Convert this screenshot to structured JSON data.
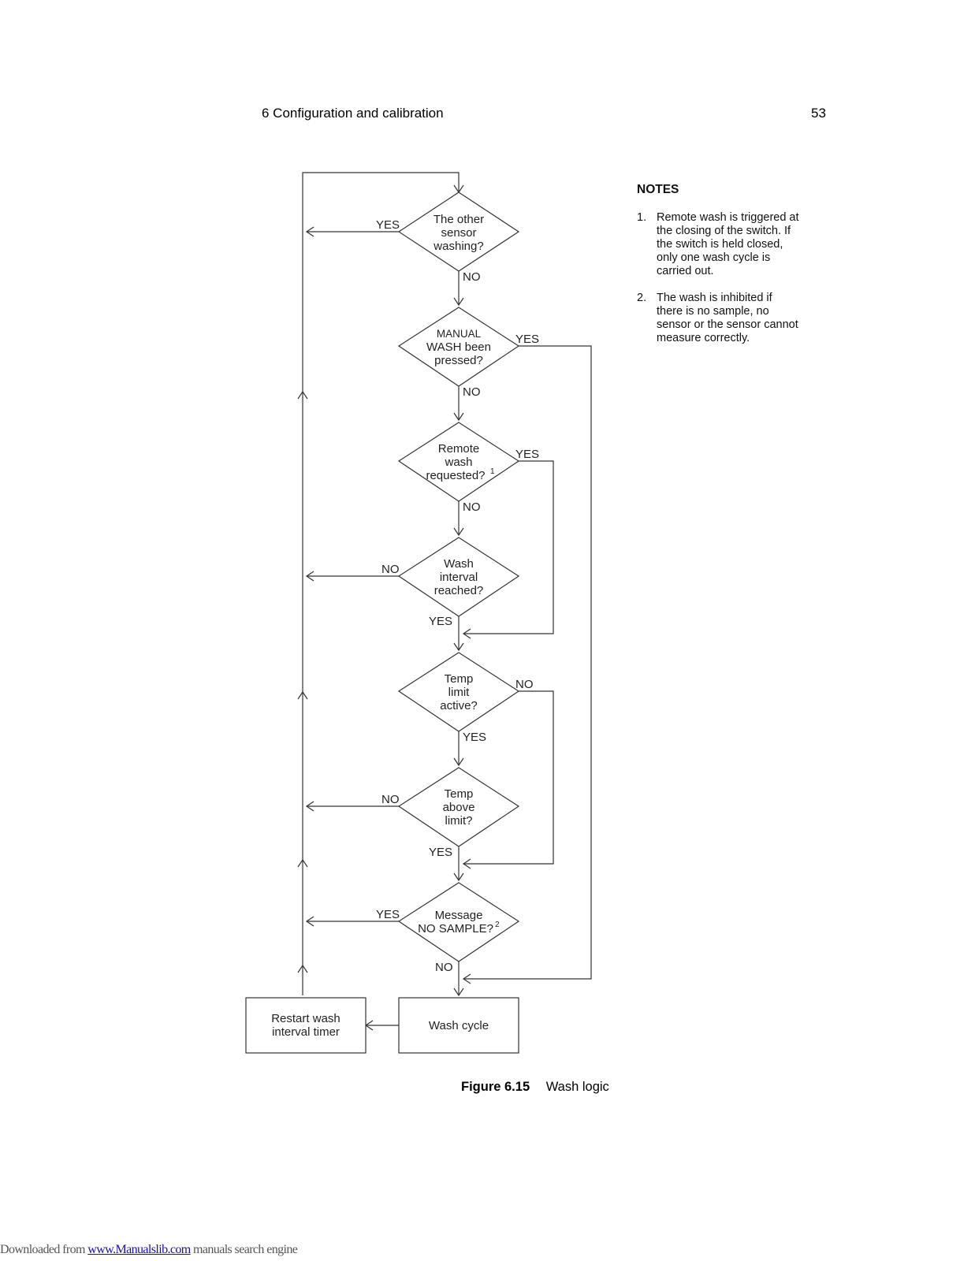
{
  "header": {
    "title": "6 Configuration and calibration",
    "page_number": "53"
  },
  "flowchart": {
    "decisions": [
      {
        "lines": [
          "The other",
          "sensor",
          "washing?"
        ]
      },
      {
        "lines": [
          "MANUAL",
          "WASH been",
          "pressed?"
        ]
      },
      {
        "lines": [
          "Remote",
          "wash",
          "requested?"
        ],
        "superscript": "1"
      },
      {
        "lines": [
          "Wash",
          "interval",
          "reached?"
        ]
      },
      {
        "lines": [
          "Temp",
          "limit",
          "active?"
        ]
      },
      {
        "lines": [
          "Temp",
          "above",
          "limit?"
        ]
      },
      {
        "lines": [
          "Message",
          "NO SAMPLE?"
        ],
        "superscript": "2"
      }
    ],
    "processes": [
      {
        "lines": [
          "Wash cycle"
        ]
      },
      {
        "lines": [
          "Restart wash",
          "interval timer"
        ]
      }
    ],
    "edge_labels": {
      "yes": "YES",
      "no": "NO"
    }
  },
  "notes": {
    "title": "NOTES",
    "items": [
      {
        "num": "1.",
        "lines": [
          "Remote wash is triggered at",
          "the closing of the switch. If",
          "the switch is held closed,",
          "only one wash cycle is",
          "carried out."
        ]
      },
      {
        "num": "2.",
        "lines": [
          "The wash is inhibited if",
          "there is no sample, no",
          "sensor or the sensor cannot",
          "measure correctly."
        ]
      }
    ]
  },
  "caption": {
    "label": "Figure 6.15",
    "text": "Wash logic"
  },
  "footer": {
    "prefix": "Downloaded from ",
    "link": "www.Manualslib.com",
    "suffix": " manuals search engine"
  }
}
